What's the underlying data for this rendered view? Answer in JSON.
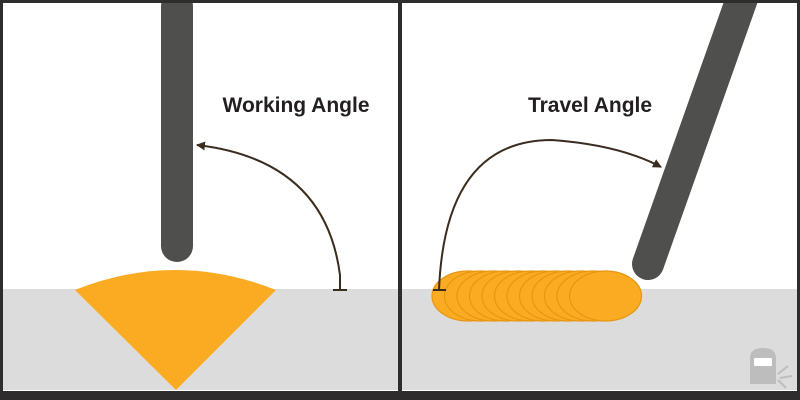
{
  "panels": [
    {
      "id": "working",
      "label": "Working Angle"
    },
    {
      "id": "travel",
      "label": "Travel Angle"
    }
  ],
  "colors": {
    "background": "#ffffff",
    "frame": "#2f2c2d",
    "workpiece": "#dcdcdc",
    "electrode": "#4f4f4d",
    "weld": "#fbab22",
    "weld_edge": "#e69611",
    "arrow": "#3a2c1e",
    "logo": "#bdbdbd"
  },
  "icons": {
    "arc_arrow": "curved-arrow-icon",
    "logo": "welding-helmet-icon"
  }
}
